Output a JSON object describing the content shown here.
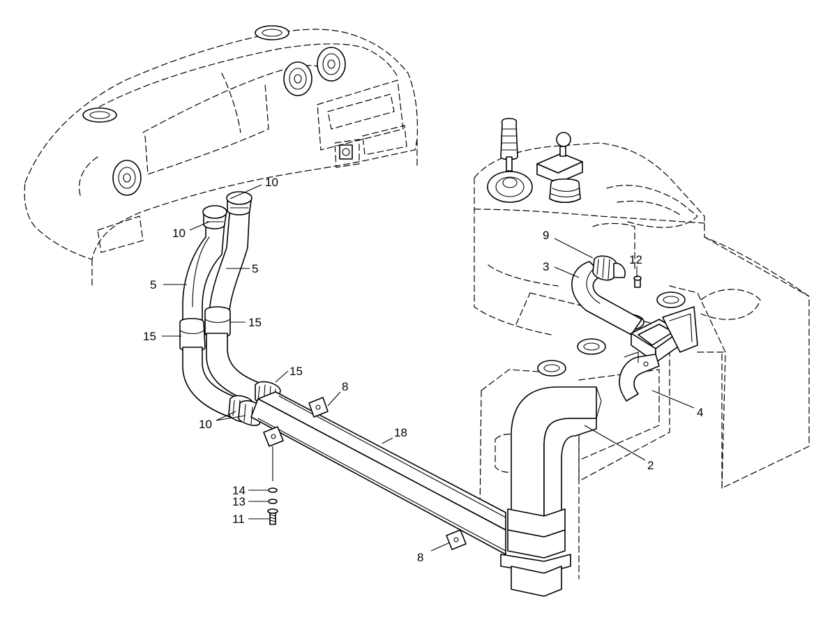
{
  "callouts": {
    "c10_top": "10",
    "c10_left": "10",
    "c5_left": "5",
    "c5_right": "5",
    "c15_left": "15",
    "c15_right": "15",
    "c15_center": "15",
    "c10_bottom": "10",
    "c8_top": "8",
    "c8_bottom": "8",
    "c18": "18",
    "c14": "14",
    "c13": "13",
    "c11": "11",
    "c9": "9",
    "c3": "3",
    "c12": "12",
    "c4": "4",
    "c2": "2"
  }
}
